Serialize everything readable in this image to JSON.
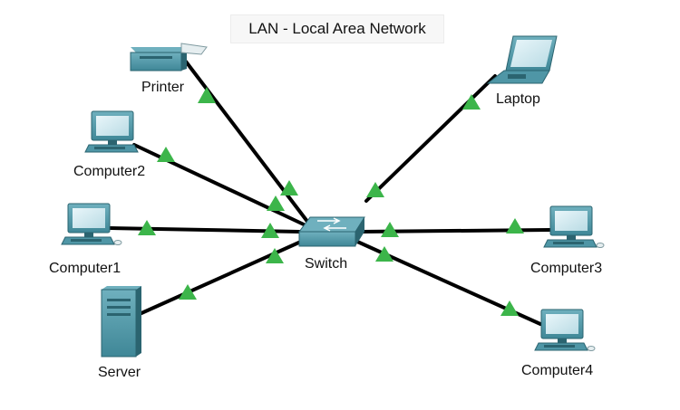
{
  "title": "LAN - Local Area Network",
  "devices": {
    "printer": {
      "label": "Printer",
      "icon": "printer-icon"
    },
    "laptop": {
      "label": "Laptop",
      "icon": "laptop-icon"
    },
    "computer2": {
      "label": "Computer2",
      "icon": "desktop-computer-icon"
    },
    "computer1": {
      "label": "Computer1",
      "icon": "desktop-computer-icon"
    },
    "server": {
      "label": "Server",
      "icon": "server-tower-icon"
    },
    "switch": {
      "label": "Switch",
      "icon": "network-switch-icon"
    },
    "computer3": {
      "label": "Computer3",
      "icon": "desktop-computer-icon"
    },
    "computer4": {
      "label": "Computer4",
      "icon": "desktop-computer-icon"
    }
  },
  "colors": {
    "cable": "#000000",
    "link_status": "#3cb54a",
    "device_body": "#3f8797",
    "device_light": "#6fb0be",
    "device_dark": "#2b6470"
  }
}
